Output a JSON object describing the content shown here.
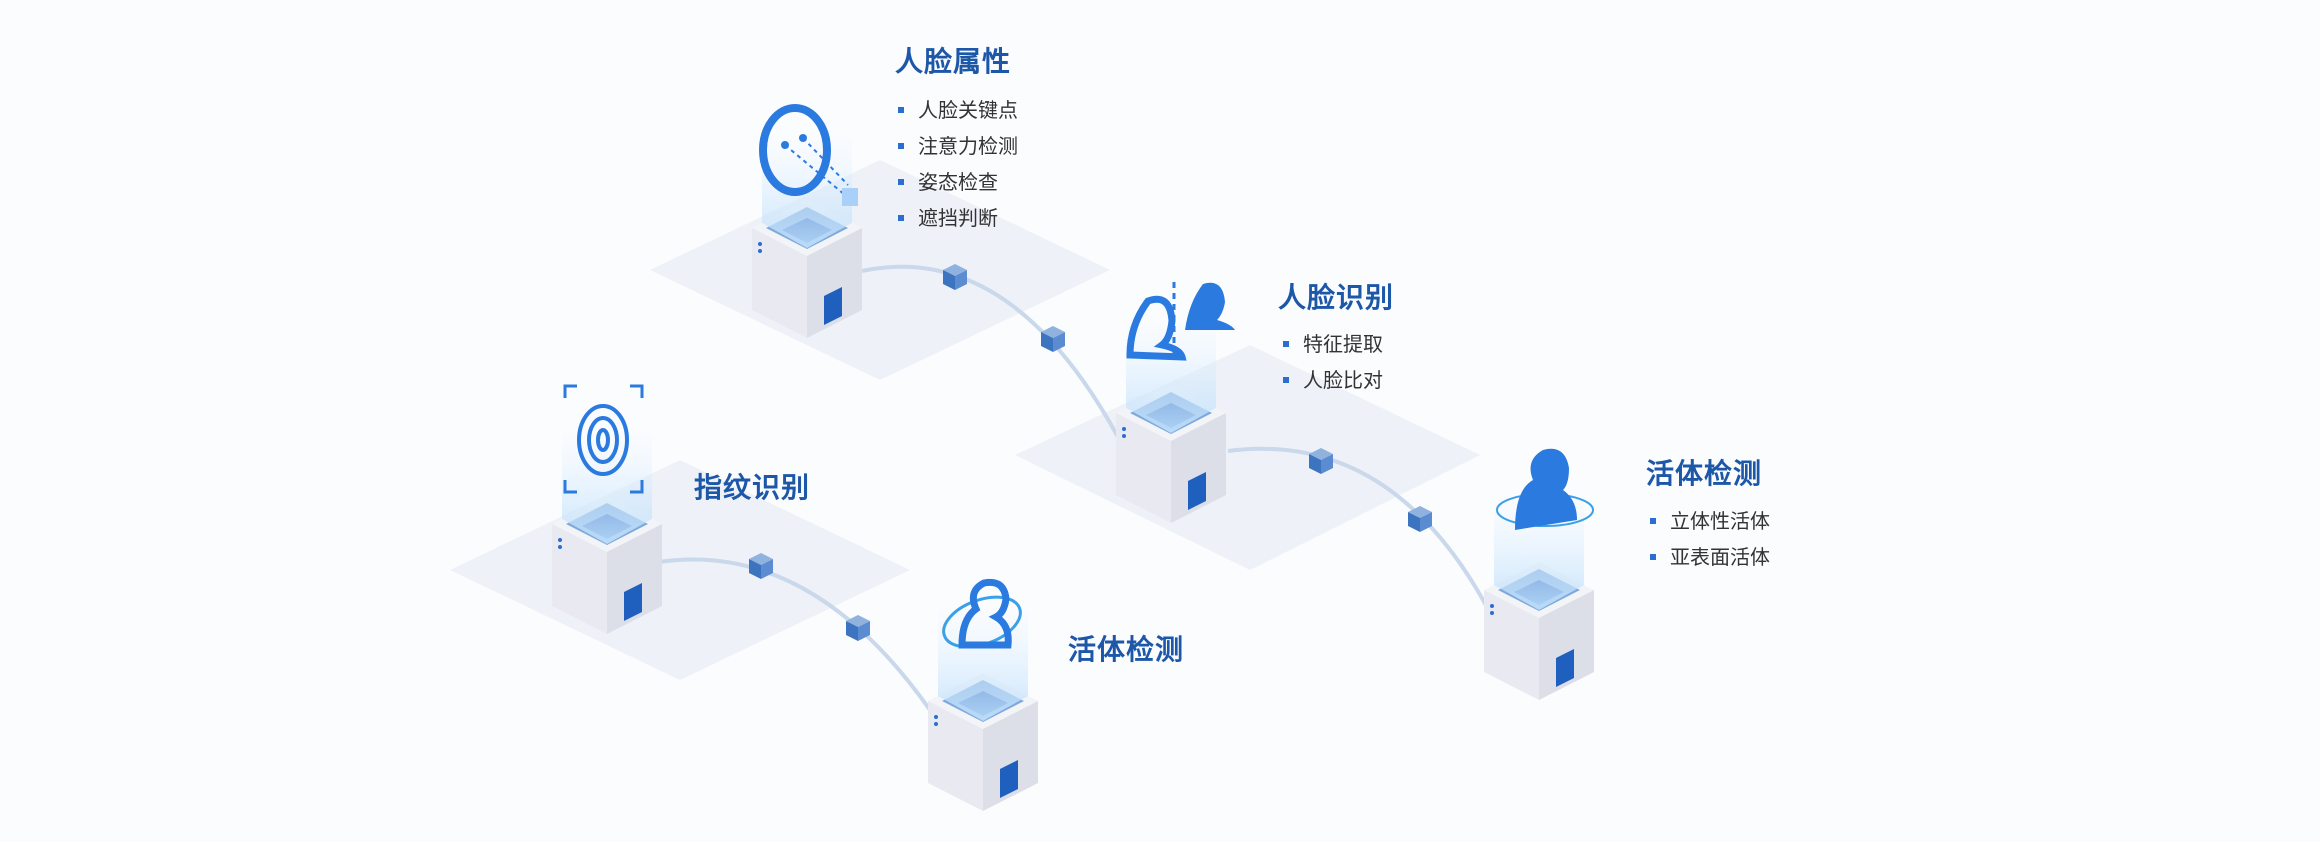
{
  "nodes": [
    {
      "title": "人脸属性",
      "items": [
        "人脸关键点",
        "注意力检测",
        "姿态检查",
        "遮挡判断"
      ],
      "icon": "face-keypoint-icon"
    },
    {
      "title": "人脸识别",
      "items": [
        "特征提取",
        "人脸比对"
      ],
      "icon": "face-compare-icon"
    },
    {
      "title": "活体检测",
      "items": [
        "立体性活体",
        "亚表面活体"
      ],
      "icon": "liveness-person-icon"
    },
    {
      "title": "指纹识别",
      "items": [],
      "icon": "fingerprint-icon"
    },
    {
      "title": "活体检测",
      "items": [],
      "icon": "liveness-ring-icon"
    }
  ],
  "colors": {
    "title": "#1d57a8",
    "accent": "#2a6ed0",
    "connector": "#c9d8ea"
  }
}
